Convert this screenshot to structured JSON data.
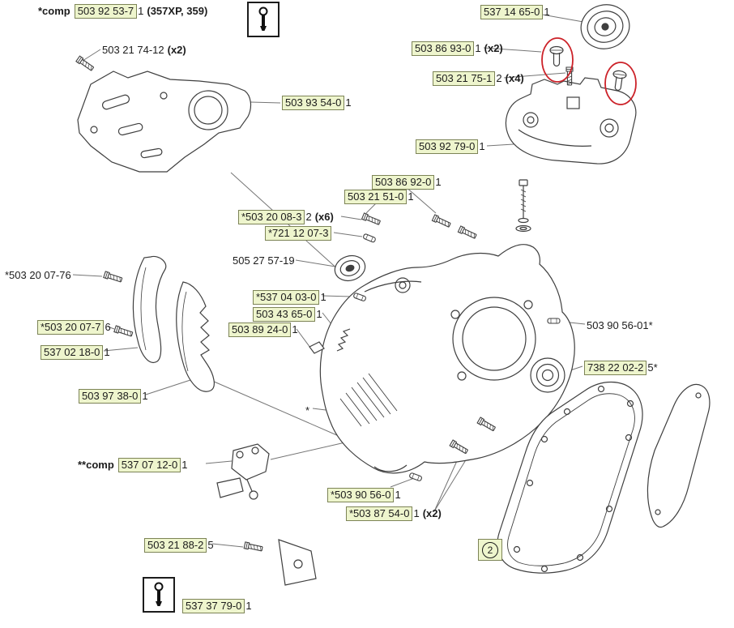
{
  "title": "Husqvarna crankcase exploded parts diagram",
  "colors": {
    "highlight_bg": "#eef5cd",
    "highlight_border": "#7d8457",
    "red_circle": "#cc2229",
    "line_art": "#3f3f3f"
  },
  "icons": {
    "tool_top": "t-handle-wrench",
    "tool_bottom": "t-handle-wrench"
  },
  "callout": {
    "number": "2"
  },
  "labels": [
    {
      "prefix": "*comp",
      "part": "503 92 53-7",
      "rest": "1",
      "qty": "(357XP, 359)"
    },
    {
      "text": "503 21 74-12",
      "qty": "(x2)"
    },
    {
      "part": "503 93 54-0",
      "rest": "1"
    },
    {
      "part": "537 14 65-0",
      "rest": "1"
    },
    {
      "part": "503 86 93-0",
      "rest": "1",
      "qty": "(x2)"
    },
    {
      "part": "503 21 75-1",
      "rest": "2",
      "qty": "(x4)"
    },
    {
      "part": "503 92 79-0",
      "rest": "1"
    },
    {
      "part": "503 86 92-0",
      "rest": "1"
    },
    {
      "part": "503 21 51-0",
      "rest": "1"
    },
    {
      "part": "*503 20 08-3",
      "rest": "2",
      "qty": "(x6)"
    },
    {
      "part": "*721 12 07-3"
    },
    {
      "text": "505 27 57-19"
    },
    {
      "text": "*503 20 07-76"
    },
    {
      "part": "*503 20 07-7",
      "rest": "6"
    },
    {
      "part": "537 02 18-0",
      "rest": "1"
    },
    {
      "part": "503 97 38-0",
      "rest": "1"
    },
    {
      "part": "*537 04 03-0",
      "rest": "1"
    },
    {
      "part": "503 43 65-0",
      "rest": "1"
    },
    {
      "part": "503 89 24-0",
      "rest": "1"
    },
    {
      "text": "503 90 56-01*"
    },
    {
      "part": "738 22 02-2",
      "rest": "5*"
    },
    {
      "prefix": "**comp",
      "part": "537 07 12-0",
      "rest": "1"
    },
    {
      "part": "*503 90 56-0",
      "rest": "1"
    },
    {
      "part": "*503 87 54-0",
      "rest": "1",
      "qty": "(x2)"
    },
    {
      "part": "503 21 88-2",
      "rest": "5"
    },
    {
      "part": "537 37 79-0",
      "rest": "1"
    },
    {
      "text": "*"
    }
  ]
}
